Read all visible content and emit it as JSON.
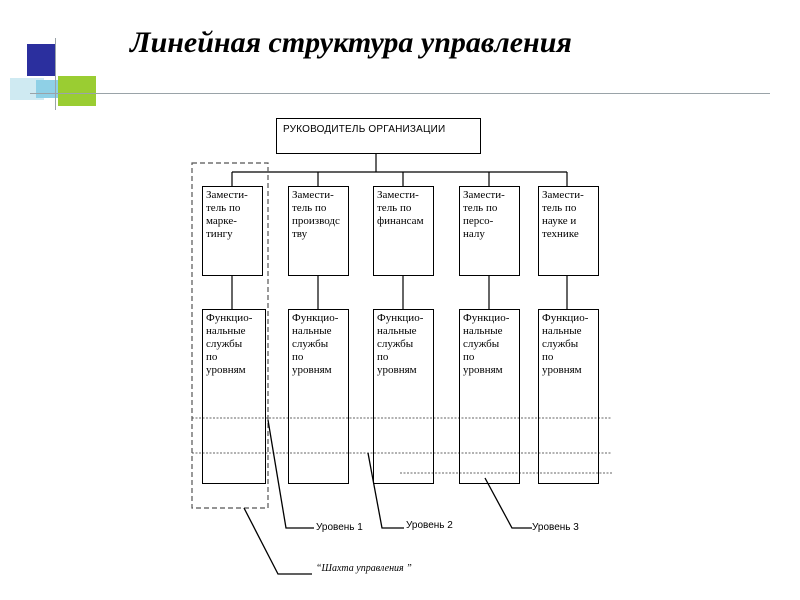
{
  "slide": {
    "title": "Линейная структура управления"
  },
  "diagram": {
    "head": "РУКОВОДИТЕЛЬ ОРГАНИЗАЦИИ",
    "deputies": [
      "Замести-\nтель по\nмарке-\nтингу",
      "Замести-\nтель по\nпроизводс\nтву",
      "Замести-\nтель по\nфинансам",
      "Замести-\nтель по\nперсо-\nналу",
      "Замести-\nтель по\nнауке и\nтехнике"
    ],
    "services": [
      "Функцио-\nнальные\nслужбы\nпо\nуровням",
      "Функцио-\nнальные\nслужбы\nпо\nуровням",
      "Функцио-\nнальные\nслужбы\nпо\nуровням",
      "Функцио-\nнальные\nслужбы\nпо\nуровням",
      "Функцио-\nнальные\nслужбы\nпо\nуровням"
    ],
    "levels": [
      "Уровень 1",
      "Уровень 2",
      "Уровень 3"
    ],
    "shaft_label": "“Шахта управления ”"
  },
  "colors": {
    "deco_blue": "#2b2f9e",
    "deco_green": "#9acd32",
    "deco_light": "#8fd0e6"
  }
}
